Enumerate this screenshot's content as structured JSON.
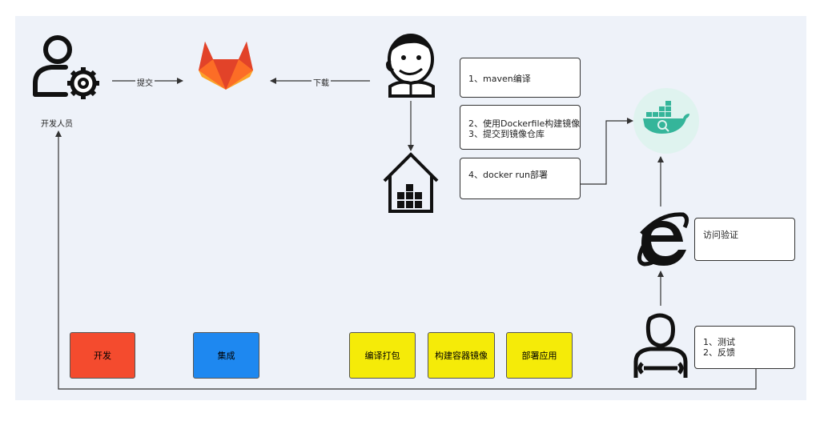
{
  "nodes": {
    "developer_label": "开发人员"
  },
  "edges": {
    "submit_label": "提交",
    "download_label": "下载"
  },
  "notes": {
    "step1": "1、maven编译",
    "step2_line1": "2、使用Dockerfile构建镜像",
    "step2_line2": "3、提交到镜像仓库",
    "step4": "4、docker run部署",
    "access": "访问验证",
    "test_line1": "1、测试",
    "test_line2": "2、反馈"
  },
  "stages": [
    {
      "label": "开发",
      "color": "#f44b2e"
    },
    {
      "label": "集成",
      "color": "#1e88f0"
    },
    {
      "label": "编译打包",
      "color": "#f5eb08"
    },
    {
      "label": "构建容器镜像",
      "color": "#f5eb08"
    },
    {
      "label": "部署应用",
      "color": "#f5eb08"
    }
  ],
  "icons": {
    "developer": "developer-gear-icon",
    "gitlab": "gitlab-fox-icon",
    "jenkins": "jenkins-butler-icon",
    "warehouse": "warehouse-icon",
    "docker": "docker-whale-icon",
    "browser": "internet-explorer-icon",
    "tester": "tester-wrench-icon"
  }
}
